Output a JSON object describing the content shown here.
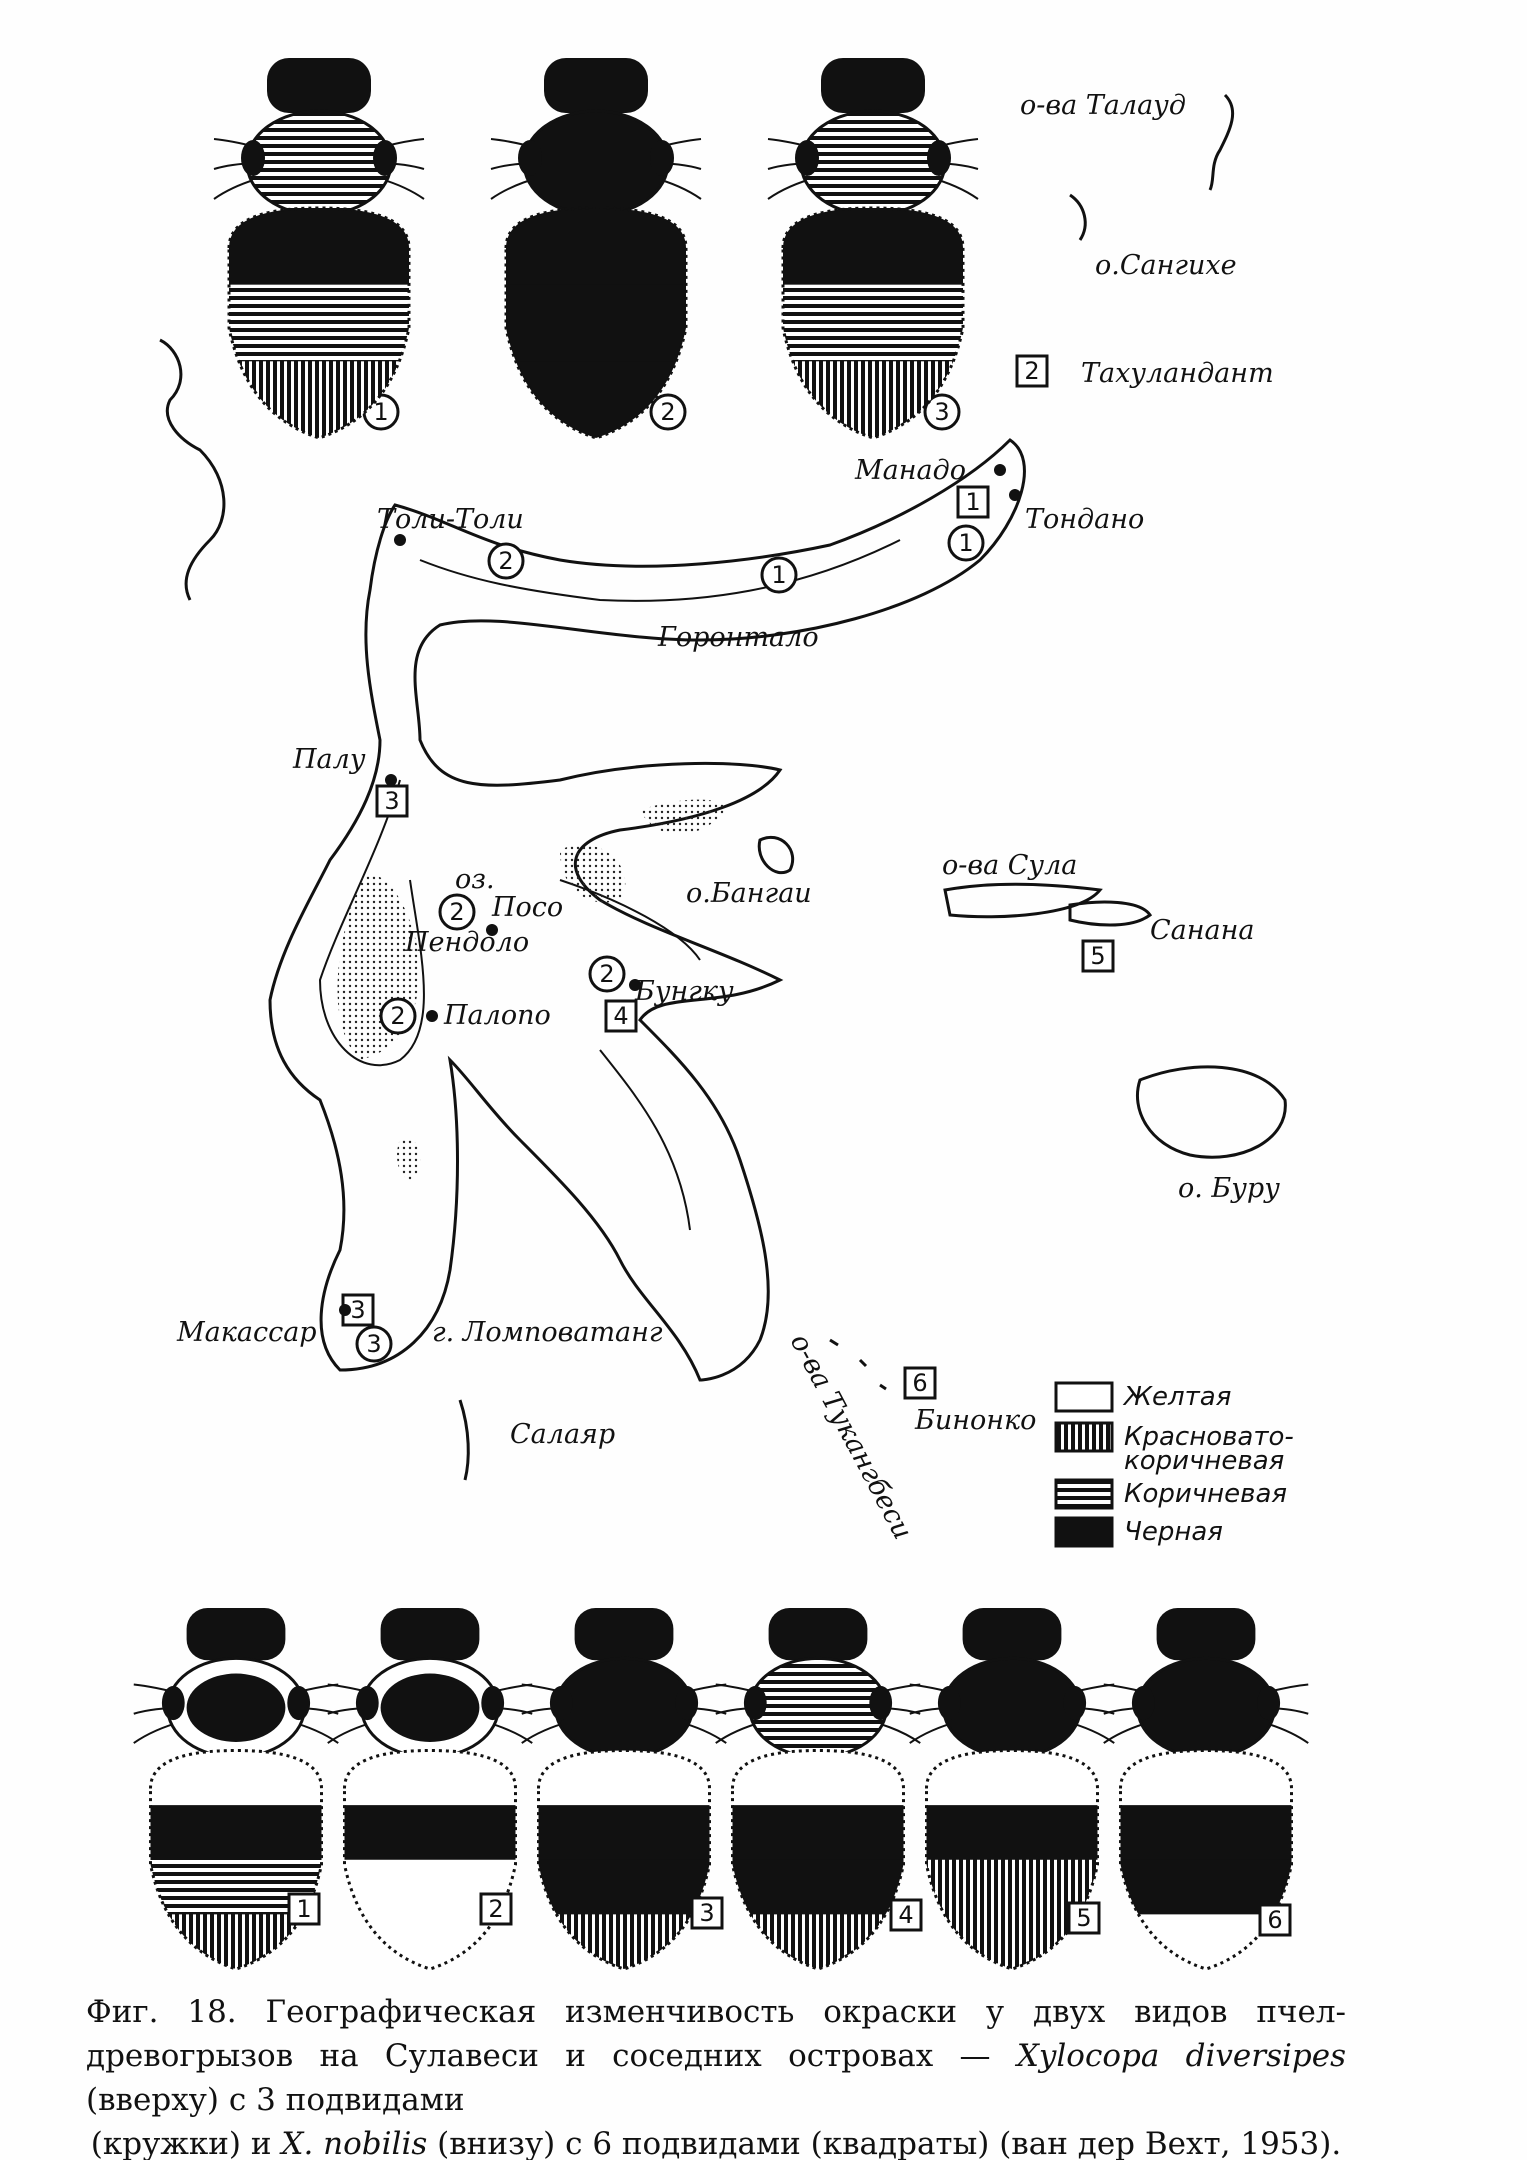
{
  "figure": {
    "map_labels": {
      "talaud": "о-ва Талауд",
      "sangihe": "о.Сангихе",
      "tahulandang": "Тахуландант",
      "manado": "Манадо",
      "tondano": "Тондано",
      "toli_toli": "Толи-Толи",
      "gorontalo": "Горонтало",
      "palu": "Палу",
      "oz": "оз.",
      "poso": "Посо",
      "pendolo": "Пендоло",
      "banggai": "о.Бангаи",
      "sula": "о-ва Сула",
      "sanana": "Санана",
      "bungku": "Бунгку",
      "palopo": "Палопо",
      "buru": "о. Буру",
      "makassar": "Макассар",
      "lompobatang": "г. Ломповатанг",
      "tukangbesi": "о-ва Тукангбеси",
      "bimonko": "Бинонко",
      "salayar": "Салаяр"
    },
    "markers": {
      "circles": [
        "1",
        "2",
        "3",
        "1",
        "2",
        "1",
        "2",
        "2",
        "2",
        "3"
      ],
      "squares": [
        "2",
        "1",
        "3",
        "4",
        "5",
        "3",
        "6"
      ]
    },
    "legend": [
      {
        "label": "Желтая",
        "fill": "yellow"
      },
      {
        "label": "Красновато-",
        "label2": "коричневая",
        "fill": "redbrown"
      },
      {
        "label": "Коричневая",
        "fill": "brown"
      },
      {
        "label": "Черная",
        "fill": "black"
      }
    ],
    "top_bees": [
      {
        "id": "1",
        "thorax": "brown",
        "abdomen": [
          "black",
          "brown",
          "redbrown"
        ]
      },
      {
        "id": "2",
        "thorax": "black",
        "abdomen": [
          "black",
          "black",
          "black"
        ]
      },
      {
        "id": "3",
        "thorax": "brown",
        "abdomen": [
          "black",
          "brown",
          "redbrown"
        ]
      }
    ],
    "bottom_bees": [
      {
        "id": "1",
        "thorax": "blackcenter",
        "abdomen": [
          "yellow",
          "black",
          "brown",
          "redbrown"
        ]
      },
      {
        "id": "2",
        "thorax": "blackcenter",
        "abdomen": [
          "yellow",
          "black",
          "yellow",
          "yellow"
        ]
      },
      {
        "id": "3",
        "thorax": "black",
        "abdomen": [
          "yellow",
          "black",
          "black",
          "redbrown"
        ]
      },
      {
        "id": "4",
        "thorax": "brown",
        "abdomen": [
          "yellow",
          "black",
          "black",
          "redbrown"
        ]
      },
      {
        "id": "5",
        "thorax": "black",
        "abdomen": [
          "yellow",
          "black",
          "redbrown",
          "redbrown"
        ]
      },
      {
        "id": "6",
        "thorax": "black",
        "abdomen": [
          "yellow",
          "black",
          "black",
          "yellow"
        ]
      }
    ],
    "caption": {
      "lead": "Фиг. 18.",
      "text1": " Географическая изменчивость окраски у двух видов пчел-древогрызов на Сулавеси и соседних островах — ",
      "species1": "Xylocopa diversipes",
      "text2": " (вверху) с 3 подвидами",
      "text3": "(кружки) и ",
      "species2": "X. nobilis",
      "text4": " (внизу) с 6 подвидами (квадраты) (ван дер Вехт, 1953)."
    }
  }
}
